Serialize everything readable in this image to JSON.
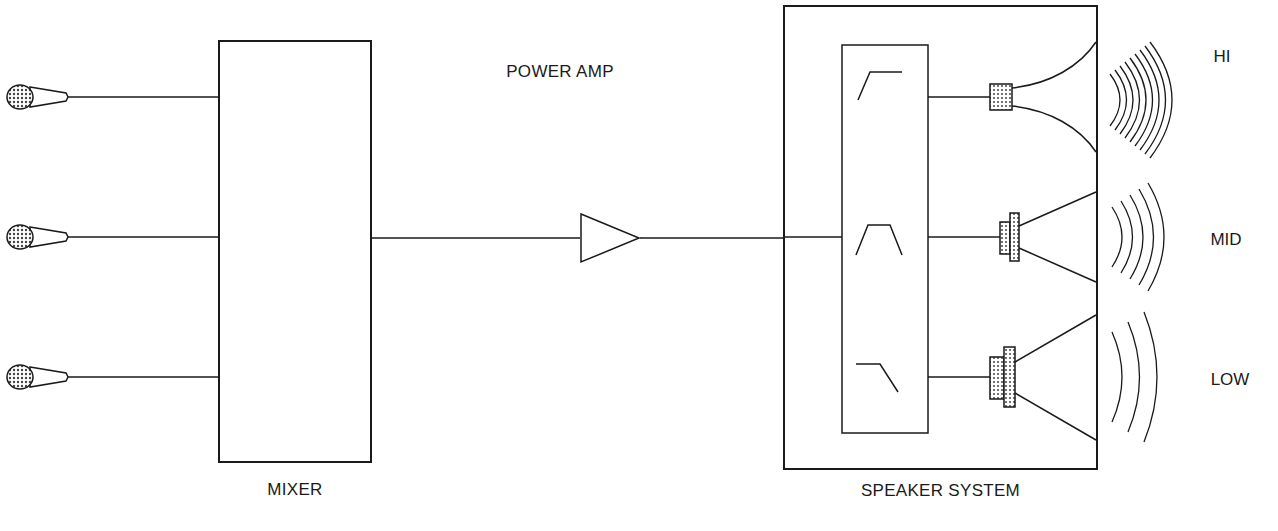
{
  "diagram": {
    "nodes": [
      {
        "text": [
          "MIXER"
        ]
      },
      {
        "text": [
          "POWER AMP"
        ]
      },
      {
        "text": [
          "SPEAKER SYSTEM"
        ]
      }
    ],
    "edges": [
      {
        "from": 0,
        "to": 1,
        "arrow": "none"
      },
      {
        "from": 1,
        "to": 2,
        "arrow": "none"
      }
    ],
    "labels": [
      "HI",
      "MID",
      "LOW"
    ]
  }
}
